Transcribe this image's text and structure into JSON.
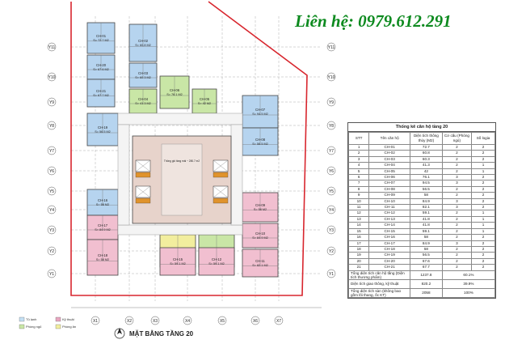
{
  "contact": "Liên hệ: 0979.612.291",
  "plan_title": "MẶT BẰNG TẦNG 20",
  "grid_y": [
    "Y1",
    "Y2",
    "Y3",
    "Y4",
    "Y5",
    "Y6",
    "Y7",
    "Y8",
    "Y9",
    "Y10",
    "Y11"
  ],
  "grid_x": [
    "X1",
    "X2",
    "X3",
    "X4",
    "X5",
    "X6",
    "X7"
  ],
  "apartments": [
    {
      "id": "CH-01",
      "area": "S= 72.7 M2"
    },
    {
      "id": "CH-02",
      "area": "S= 60.8 M2"
    },
    {
      "id": "CH-03",
      "area": "S= 60.3 M2"
    },
    {
      "id": "CH-04",
      "area": "S= 41.3 M2"
    },
    {
      "id": "CH-05",
      "area": "S= 42 M2"
    },
    {
      "id": "CH-06",
      "area": "S= 76.1 M2"
    },
    {
      "id": "CH-07",
      "area": "S= 94.5 M2"
    },
    {
      "id": "CH-08",
      "area": "S= 56.5 M2"
    },
    {
      "id": "CH-09",
      "area": "S= 58 M2"
    },
    {
      "id": "CH-10",
      "area": "S= 84.9 M2"
    },
    {
      "id": "CH-11",
      "area": "S= 82.1 M2"
    },
    {
      "id": "CH-12",
      "area": "S= 59.1 M2"
    },
    {
      "id": "CH-13",
      "area": "S= 41.8 M2"
    },
    {
      "id": "CH-14",
      "area": "S= 41.8 M2"
    },
    {
      "id": "CH-15",
      "area": "S= 59.1 M2"
    },
    {
      "id": "CH-16",
      "area": "S= 58 M2"
    },
    {
      "id": "CH-17",
      "area": "S= 84.9 M2"
    },
    {
      "id": "CH-18",
      "area": "S= 58 M2"
    },
    {
      "id": "CH-19",
      "area": "S= 56.5 M2"
    },
    {
      "id": "CH-20",
      "area": "S= 67.6 M2"
    },
    {
      "id": "CH-21",
      "area": "S= 67.7 M2"
    }
  ],
  "table": {
    "title": "Thống kê căn hộ tầng 20",
    "headers": [
      "STT",
      "Tên căn hộ",
      "Diện tích thông thủy (M2)",
      "Cơ cấu (Phòng ngủ)",
      "Số logia"
    ],
    "rows": [
      [
        "1",
        "CH-01",
        "72.7",
        "2",
        "2"
      ],
      [
        "2",
        "CH-02",
        "60.8",
        "2",
        "2"
      ],
      [
        "3",
        "CH-03",
        "60.3",
        "2",
        "2"
      ],
      [
        "4",
        "CH-04",
        "41.3",
        "2",
        "1"
      ],
      [
        "5",
        "CH-05",
        "42",
        "2",
        "1"
      ],
      [
        "6",
        "CH-06",
        "76.1",
        "3",
        "2"
      ],
      [
        "7",
        "CH-07",
        "94.5",
        "3",
        "2"
      ],
      [
        "8",
        "CH-08",
        "56.5",
        "2",
        "2"
      ],
      [
        "9",
        "CH-09",
        "58",
        "2",
        "2"
      ],
      [
        "10",
        "CH-10",
        "84.9",
        "3",
        "2"
      ],
      [
        "11",
        "CH-11",
        "82.1",
        "3",
        "2"
      ],
      [
        "12",
        "CH-12",
        "59.1",
        "2",
        "1"
      ],
      [
        "13",
        "CH-13",
        "41.8",
        "2",
        "1"
      ],
      [
        "14",
        "CH-14",
        "41.8",
        "2",
        "1"
      ],
      [
        "15",
        "CH-15",
        "59.1",
        "2",
        "1"
      ],
      [
        "16",
        "CH-16",
        "58",
        "2",
        "2"
      ],
      [
        "17",
        "CH-17",
        "84.9",
        "3",
        "2"
      ],
      [
        "18",
        "CH-18",
        "58",
        "2",
        "2"
      ],
      [
        "19",
        "CH-19",
        "56.5",
        "2",
        "2"
      ],
      [
        "20",
        "CH-20",
        "67.6",
        "2",
        "2"
      ],
      [
        "21",
        "CH-21",
        "67.7",
        "2",
        "2"
      ]
    ],
    "summary": [
      [
        "Tổng diện tích căn hộ tầng (Diện tích thương phẩm)",
        "1237.8",
        "60.1%"
      ],
      [
        "Diện tích giao thông, kỹ thuật",
        "820.2",
        "39.9%"
      ],
      [
        "Tổng diện tích sàn (không bao gồm lõi thang, ốc KT)",
        "2058",
        "100%"
      ]
    ]
  },
  "legend": [
    "Tủ lạnh",
    "Kỹ thuật",
    "Phòng ngủ",
    "Phòng ăn"
  ],
  "core_label": "Thông gió tầng mái ~ 280.7 m2",
  "colors": {
    "pink": "#f1bfd0",
    "blue": "#b6d4ef",
    "green": "#c9e6a6",
    "yellow": "#f2ee9e",
    "red": "#d8262e",
    "wall": "#444444",
    "core": "#e7d3cb"
  }
}
